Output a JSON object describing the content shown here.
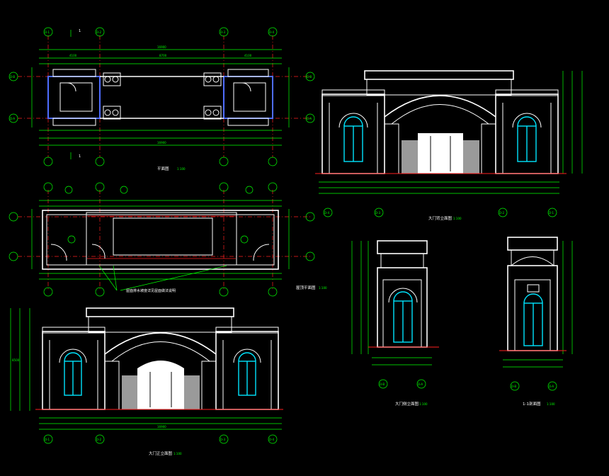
{
  "colors": {
    "background": "#000000",
    "line": "#ffffff",
    "dimension": "#00ff00",
    "axis": "#ff2020",
    "window": "#00e5ff",
    "wall": "#4f6dff",
    "fill": "#9a9a9a"
  },
  "titles": {
    "plan": "平面图",
    "plan_scale": "1:100",
    "roof": "屋顶平面图",
    "roof_scale": "1:100",
    "front": "大门正立面图",
    "front_scale": "1:100",
    "back": "大门背立面图",
    "back_scale": "1:100",
    "side": "大门侧立面图",
    "side_scale": "1:100",
    "section": "1-1剖面图",
    "section_scale": "1:100"
  },
  "plan_axes": [
    "D-1",
    "D-2",
    "D-3",
    "D-4"
  ],
  "plan_rows": [
    "D-B",
    "D-A"
  ],
  "plan_dims": {
    "overall": "16900",
    "left": "4100",
    "middle": "8700",
    "right": "4100"
  },
  "roof_note": "屋面排水坡度详见屋面做法说明",
  "front_axes": [
    "D-1",
    "D-2",
    "D-3",
    "D-4"
  ],
  "front_dims": {
    "overall": "16900",
    "total_height": "8500"
  },
  "back_axes": [
    "D-4",
    "D-3",
    "D-2",
    "D-1"
  ],
  "side_axes": [
    "D-B",
    "D-A"
  ],
  "section_axes": [
    "D-B",
    "D-A"
  ]
}
